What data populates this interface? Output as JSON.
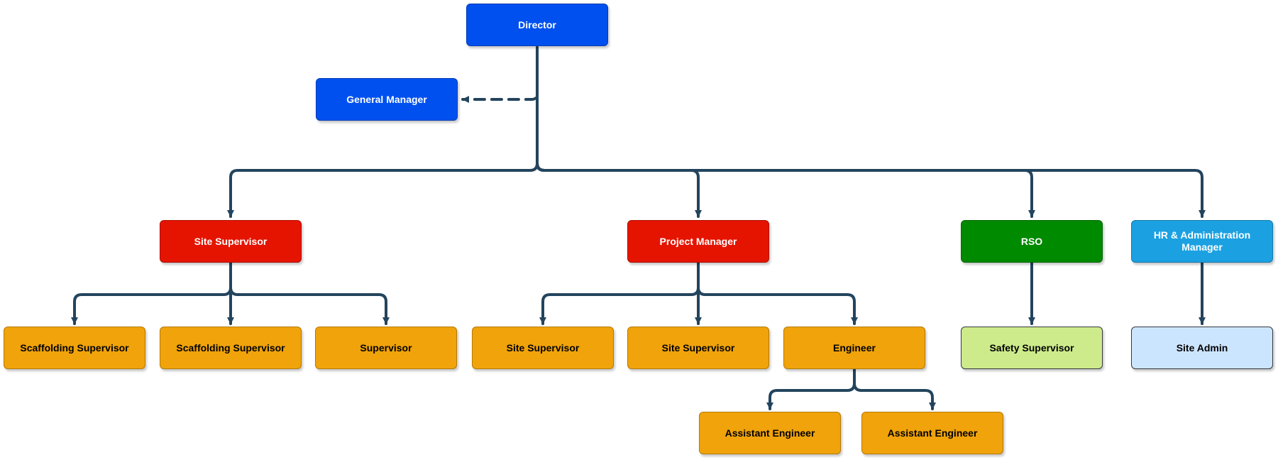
{
  "colors": {
    "connector": "#23445d",
    "blue": "#0050ef",
    "red": "#e51400",
    "green": "#008a00",
    "light_blue": "#1ba1e2",
    "orange": "#f0a30a",
    "light_green": "#cdeb8b",
    "pale_blue": "#cce5ff"
  },
  "nodes": {
    "director": {
      "label": "Director"
    },
    "general_manager": {
      "label": "General Manager"
    },
    "site_supervisor_main": {
      "label": "Site Supervisor"
    },
    "project_manager": {
      "label": "Project Manager"
    },
    "rso": {
      "label": "RSO"
    },
    "hr_manager": {
      "label": "HR & Administration Manager"
    },
    "scaffolding_supervisor_1": {
      "label": "Scaffolding Supervisor"
    },
    "scaffolding_supervisor_2": {
      "label": "Scaffolding Supervisor"
    },
    "supervisor": {
      "label": "Supervisor"
    },
    "site_supervisor_pm_1": {
      "label": "Site Supervisor"
    },
    "site_supervisor_pm_2": {
      "label": "Site Supervisor"
    },
    "engineer": {
      "label": "Engineer"
    },
    "safety_supervisor": {
      "label": "Safety Supervisor"
    },
    "site_admin": {
      "label": "Site Admin"
    },
    "assistant_engineer_1": {
      "label": "Assistant Engineer"
    },
    "assistant_engineer_2": {
      "label": "Assistant Engineer"
    }
  }
}
